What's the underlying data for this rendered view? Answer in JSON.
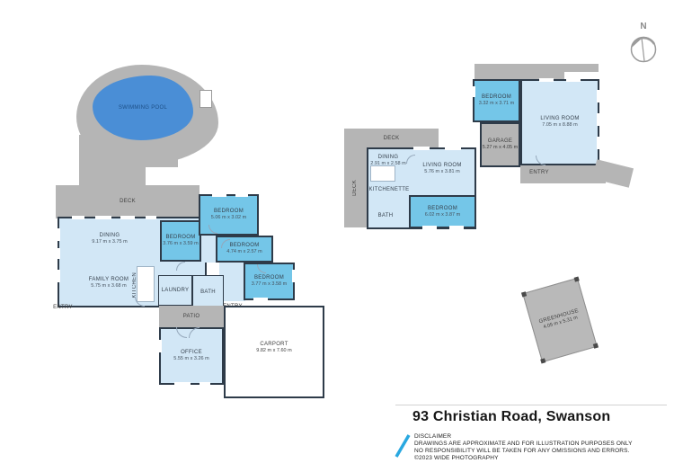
{
  "colors": {
    "wall": "#2e3b49",
    "room_light_blue": "#d2e7f6",
    "room_bedroom_blue": "#74c6e8",
    "pool_water_blue": "#4a8ed6",
    "surface_gray": "#b5b5b5",
    "accent_blue": "#29a8e0"
  },
  "compass": {
    "label": "N"
  },
  "main_house": {
    "swimming_pool": {
      "label": "SWIMMING POOL"
    },
    "deck": {
      "label": "DECK"
    },
    "dining": {
      "label": "DINING",
      "dims": "9.17 m x 3.75 m"
    },
    "family_room": {
      "label": "FAMILY ROOM",
      "dims": "5.75 m x 3.68 m"
    },
    "kitchen": {
      "label": "KITCHEN"
    },
    "bedroom_1": {
      "label": "BEDROOM",
      "dims": "3.76 m x 3.59 m"
    },
    "bedroom_2": {
      "label": "BEDROOM",
      "dims": "5.06 m x 3.02 m"
    },
    "bedroom_3": {
      "label": "BEDROOM",
      "dims": "4.74 m x 2.57 m"
    },
    "bedroom_4": {
      "label": "BEDROOM",
      "dims": "3.77 m x 3.58 m"
    },
    "laundry": {
      "label": "LAUNDRY"
    },
    "bath": {
      "label": "BATH"
    },
    "entry_west": {
      "label": "ENTRY"
    },
    "entry_east": {
      "label": "ENTRY"
    },
    "patio": {
      "label": "PATIO"
    },
    "office": {
      "label": "OFFICE",
      "dims": "5.55 m x 3.26 m"
    },
    "carport": {
      "label": "CARPORT",
      "dims": "9.82 m x 7.60 m"
    }
  },
  "minor_dwelling": {
    "deck_north": {
      "label": "DECK"
    },
    "deck_west": {
      "label": "DECK"
    },
    "dining": {
      "label": "DINING",
      "dims": "2.91 m x 2.58 m"
    },
    "living_room_south": {
      "label": "LIVING ROOM",
      "dims": "5.76 m x 3.81 m"
    },
    "kitchenette": {
      "label": "KITCHENETTE"
    },
    "bath": {
      "label": "BATH"
    },
    "bedroom_south": {
      "label": "BEDROOM",
      "dims": "6.02 m x 3.87 m"
    },
    "bedroom_north": {
      "label": "BEDROOM",
      "dims": "3.32 m x 3.71 m"
    },
    "garage": {
      "label": "GARAGE",
      "dims": "5.27 m x 4.05 m"
    },
    "living_room_north": {
      "label": "LIVING ROOM",
      "dims": "7.05 m x 8.88 m"
    },
    "entry": {
      "label": "ENTRY"
    }
  },
  "greenhouse": {
    "label": "GREENHOUSE",
    "dims": "4.05 m x 5.31 m"
  },
  "footer": {
    "title": "93 Christian Road, Swanson",
    "disclaimer_heading": "DISCLAIMER",
    "disclaimer_line1": "DRAWINGS ARE APPROXIMATE AND FOR ILLUSTRATION PURPOSES ONLY",
    "disclaimer_line2": "NO RESPONSIBILITY WILL BE TAKEN FOR ANY OMISSIONS AND ERRORS.",
    "disclaimer_line3": "©2023 WIDE PHOTOGRAPHY"
  }
}
